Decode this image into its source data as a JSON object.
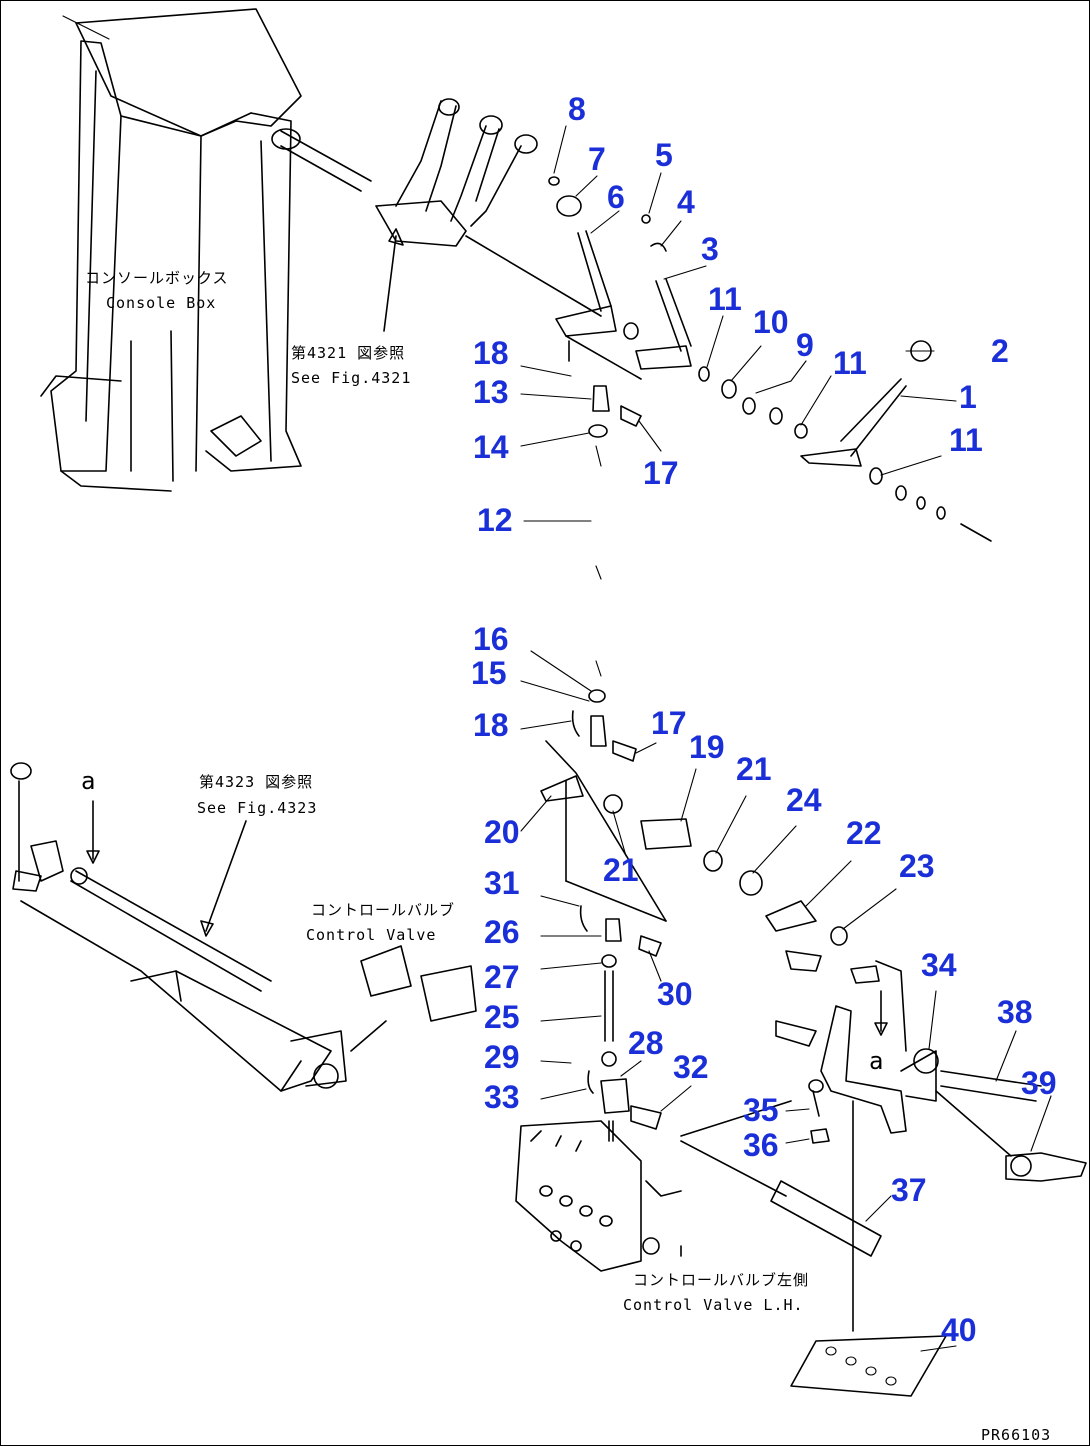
{
  "diagram_code": "PR66103",
  "accent_color": "#1a2fd8",
  "captions": {
    "console_box_jp": "コンソールボックス",
    "console_box_en": "Console Box",
    "see_fig_4321_jp": "第4321 図参照",
    "see_fig_4321_en": "See Fig.4321",
    "see_fig_4323_jp": "第4323 図参照",
    "see_fig_4323_en": "See Fig.4323",
    "control_valve_jp": "コントロールバルブ",
    "control_valve_en": "Control Valve",
    "control_valve_lh_jp": "コントロールバルブ左側",
    "control_valve_lh_en": "Control Valve L.H."
  },
  "view_marks": [
    "a",
    "a"
  ],
  "part_numbers": [
    "1",
    "2",
    "3",
    "4",
    "5",
    "6",
    "7",
    "8",
    "9",
    "10",
    "11",
    "11",
    "11",
    "12",
    "13",
    "14",
    "15",
    "16",
    "17",
    "17",
    "18",
    "18",
    "19",
    "20",
    "21",
    "21",
    "22",
    "23",
    "24",
    "25",
    "26",
    "27",
    "28",
    "29",
    "30",
    "31",
    "32",
    "33",
    "34",
    "35",
    "36",
    "37",
    "38",
    "39",
    "40"
  ]
}
